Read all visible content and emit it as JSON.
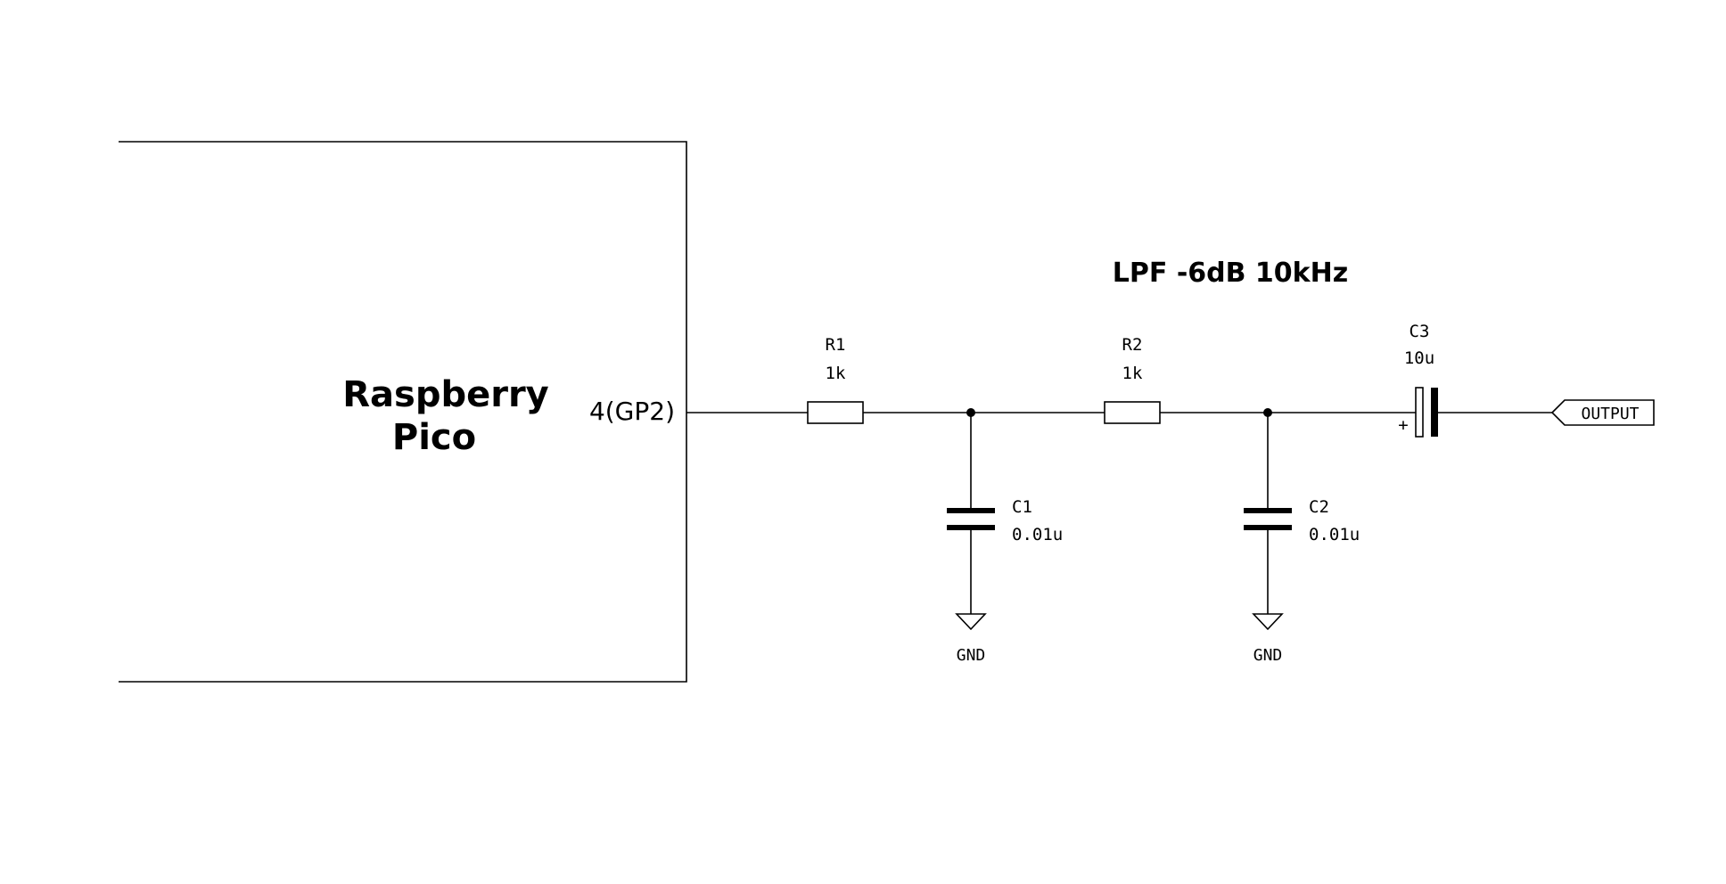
{
  "title": "LPF -6dB 10kHz",
  "mcu": {
    "name_line1": "Raspberry",
    "name_line2": "Pico",
    "pin_label": "4(GP2)"
  },
  "components": {
    "r1": {
      "ref": "R1",
      "value": "1k"
    },
    "r2": {
      "ref": "R2",
      "value": "1k"
    },
    "c1": {
      "ref": "C1",
      "value": "0.01u"
    },
    "c2": {
      "ref": "C2",
      "value": "0.01u"
    },
    "c3": {
      "ref": "C3",
      "value": "10u",
      "polarity": "+"
    }
  },
  "grounds": {
    "gnd1": "GND",
    "gnd2": "GND"
  },
  "output_label": "OUTPUT"
}
